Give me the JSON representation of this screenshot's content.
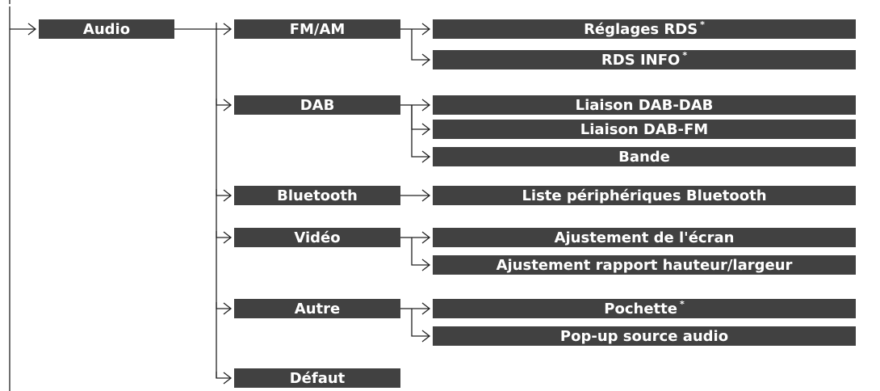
{
  "root": {
    "label": "Audio"
  },
  "sources": [
    {
      "id": "fmam",
      "label": "FM/AM",
      "children": [
        {
          "label": "Réglages RDS",
          "asterisk": "*"
        },
        {
          "label": "RDS INFO",
          "asterisk": "*"
        }
      ]
    },
    {
      "id": "dab",
      "label": "DAB",
      "children": [
        {
          "label": "Liaison DAB-DAB"
        },
        {
          "label": "Liaison DAB-FM"
        },
        {
          "label": "Bande"
        }
      ]
    },
    {
      "id": "bluetooth",
      "label": "Bluetooth",
      "children": [
        {
          "label": "Liste périphériques Bluetooth"
        }
      ]
    },
    {
      "id": "video",
      "label": "Vidéo",
      "children": [
        {
          "label": "Ajustement de l'écran"
        },
        {
          "label": "Ajustement rapport hauteur/largeur"
        }
      ]
    },
    {
      "id": "autre",
      "label": "Autre",
      "children": [
        {
          "label": "Pochette",
          "asterisk": "*"
        },
        {
          "label": "Pop-up source audio"
        }
      ]
    },
    {
      "id": "defaut",
      "label": "Défaut",
      "children": []
    }
  ],
  "colors": {
    "box": "#414141",
    "text": "#ffffff",
    "line": "#222222"
  }
}
